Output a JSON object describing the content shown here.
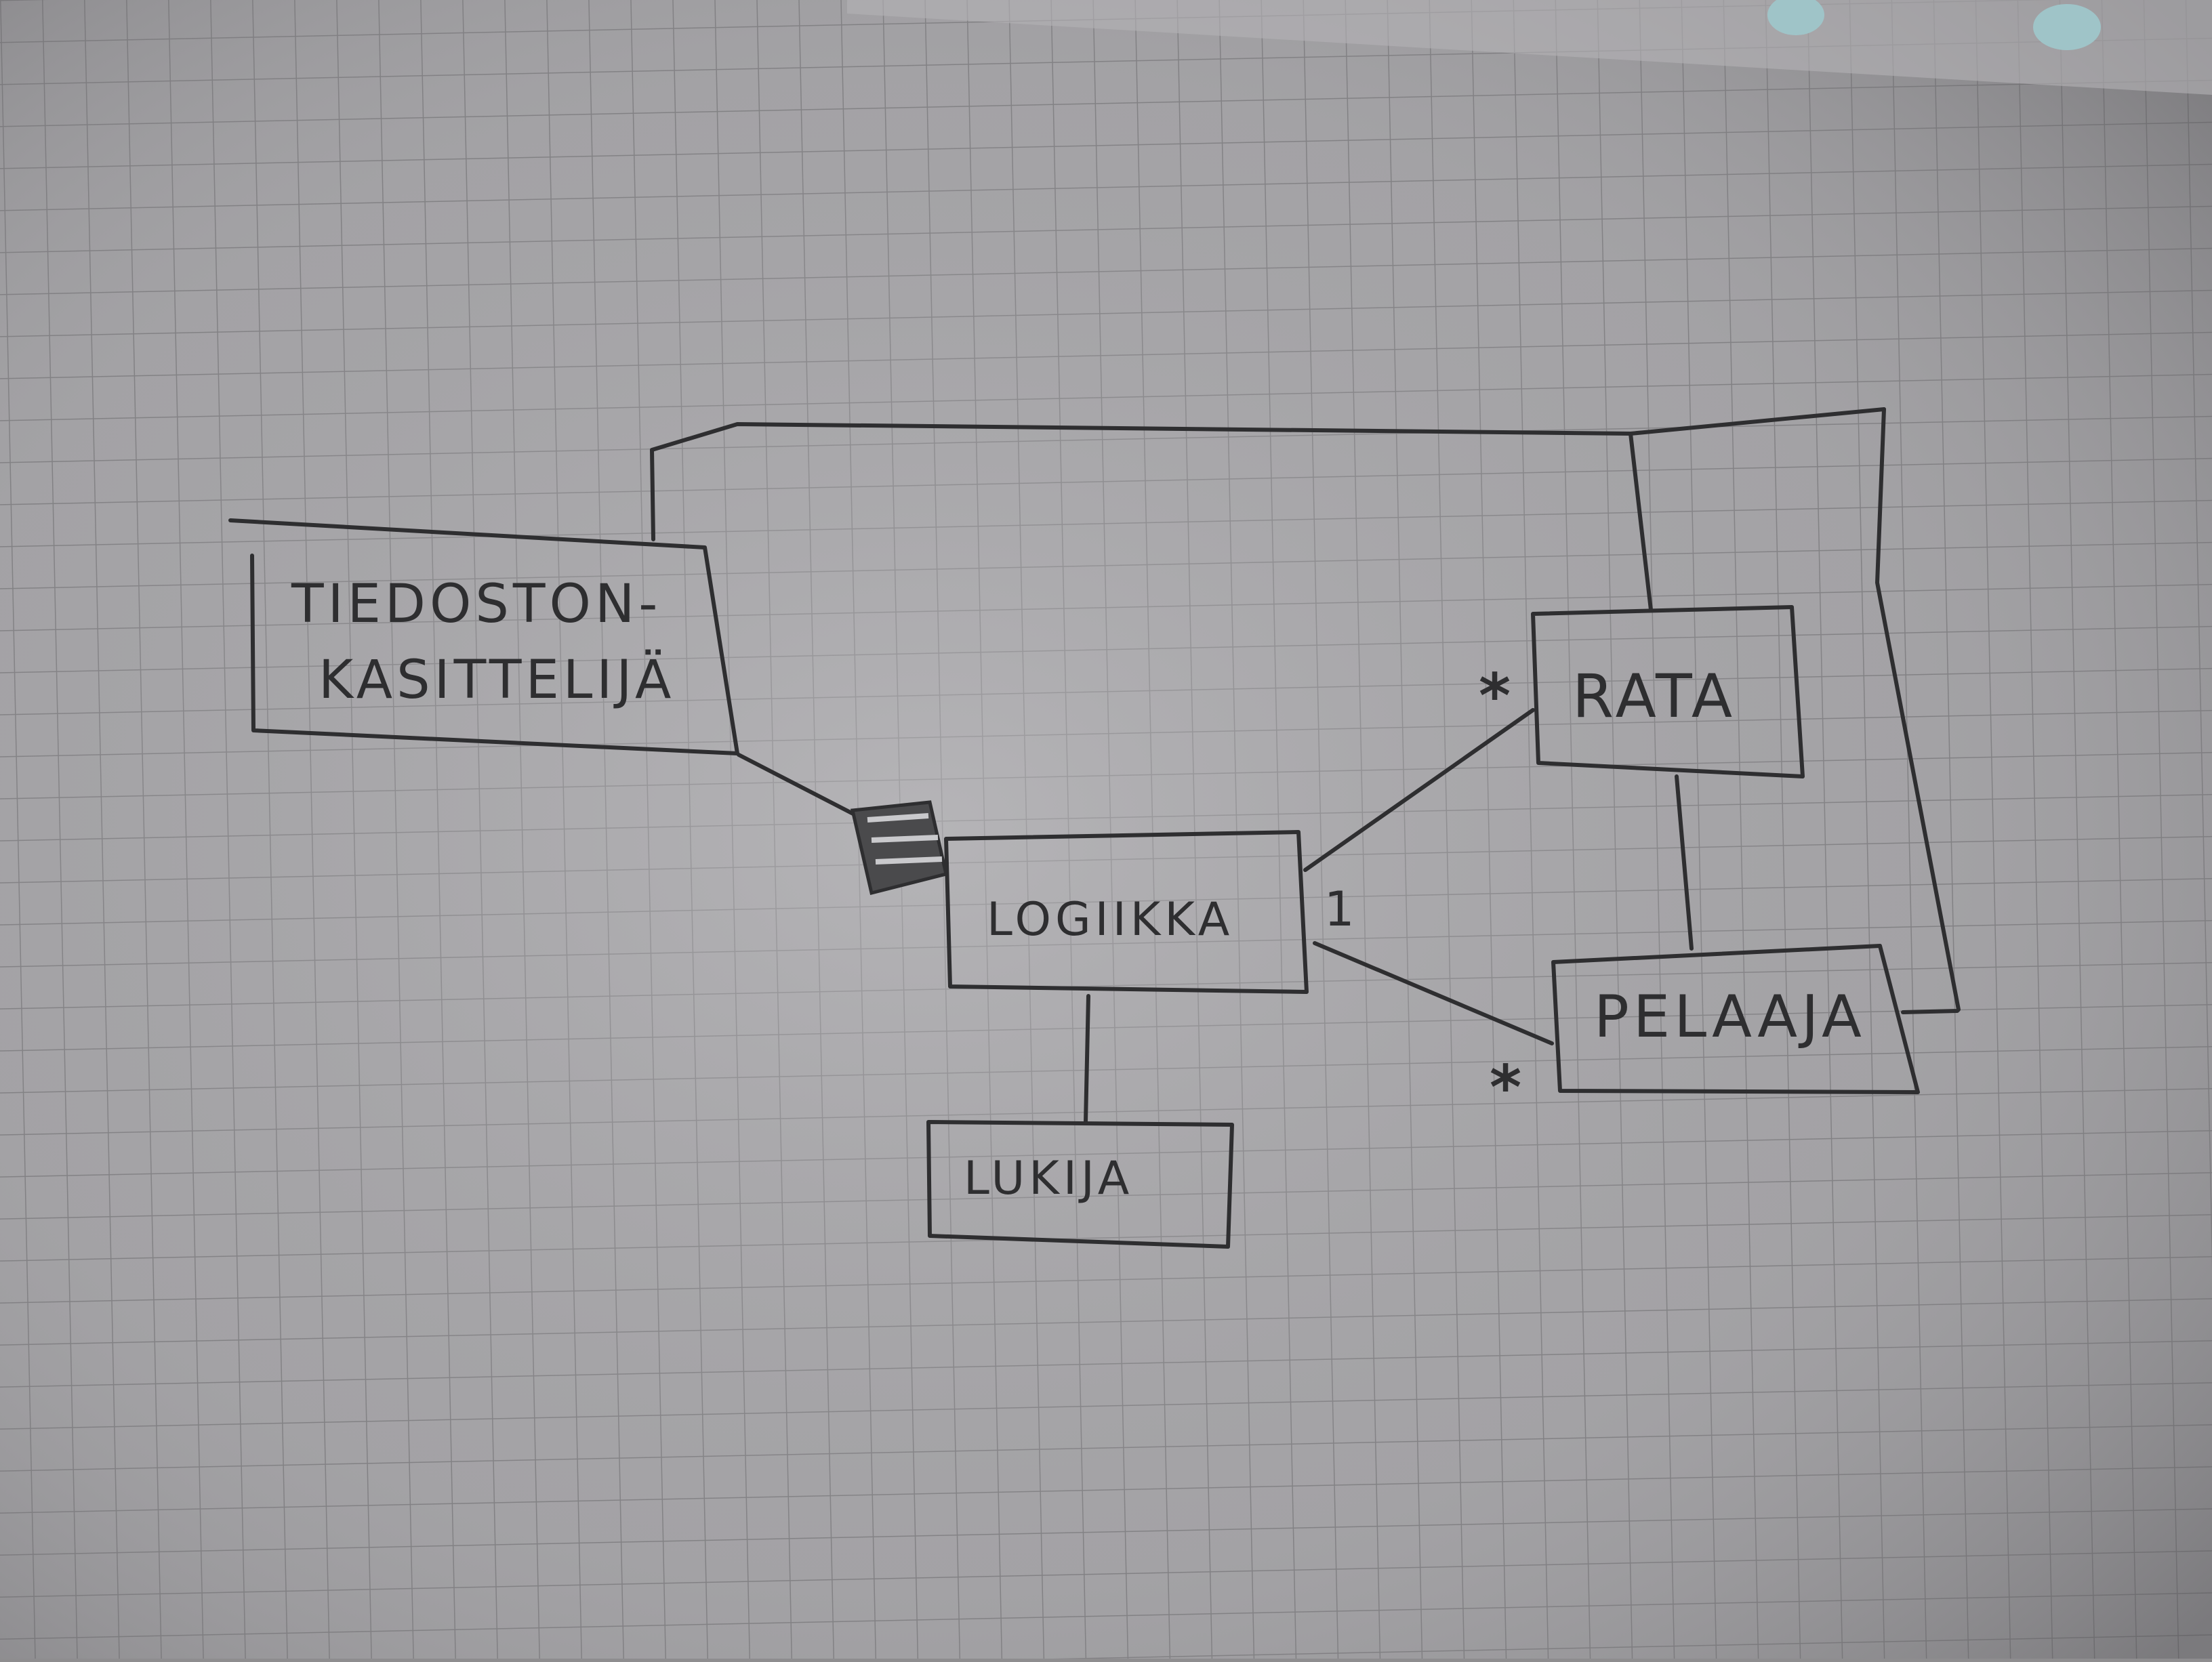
{
  "diagram": {
    "boxes": {
      "tiedostonkasittelija": {
        "line1": "TIEDOSTON-",
        "line2": "KASITTELIJÄ"
      },
      "logiikka": {
        "label": "LOGIIKKA"
      },
      "lukija": {
        "label": "LUKIJA"
      },
      "rata": {
        "label": "RATA"
      },
      "pelaaja": {
        "label": "PELAAJA"
      }
    },
    "multiplicities": {
      "rata_star": "*",
      "pelaaja_star": "*",
      "logiikka_one": "1"
    }
  },
  "colors": {
    "paper": "#a3a2a5",
    "grid": "#7c7b7e",
    "ink": "#2e2e30",
    "highlight": "#c9c9cc"
  }
}
